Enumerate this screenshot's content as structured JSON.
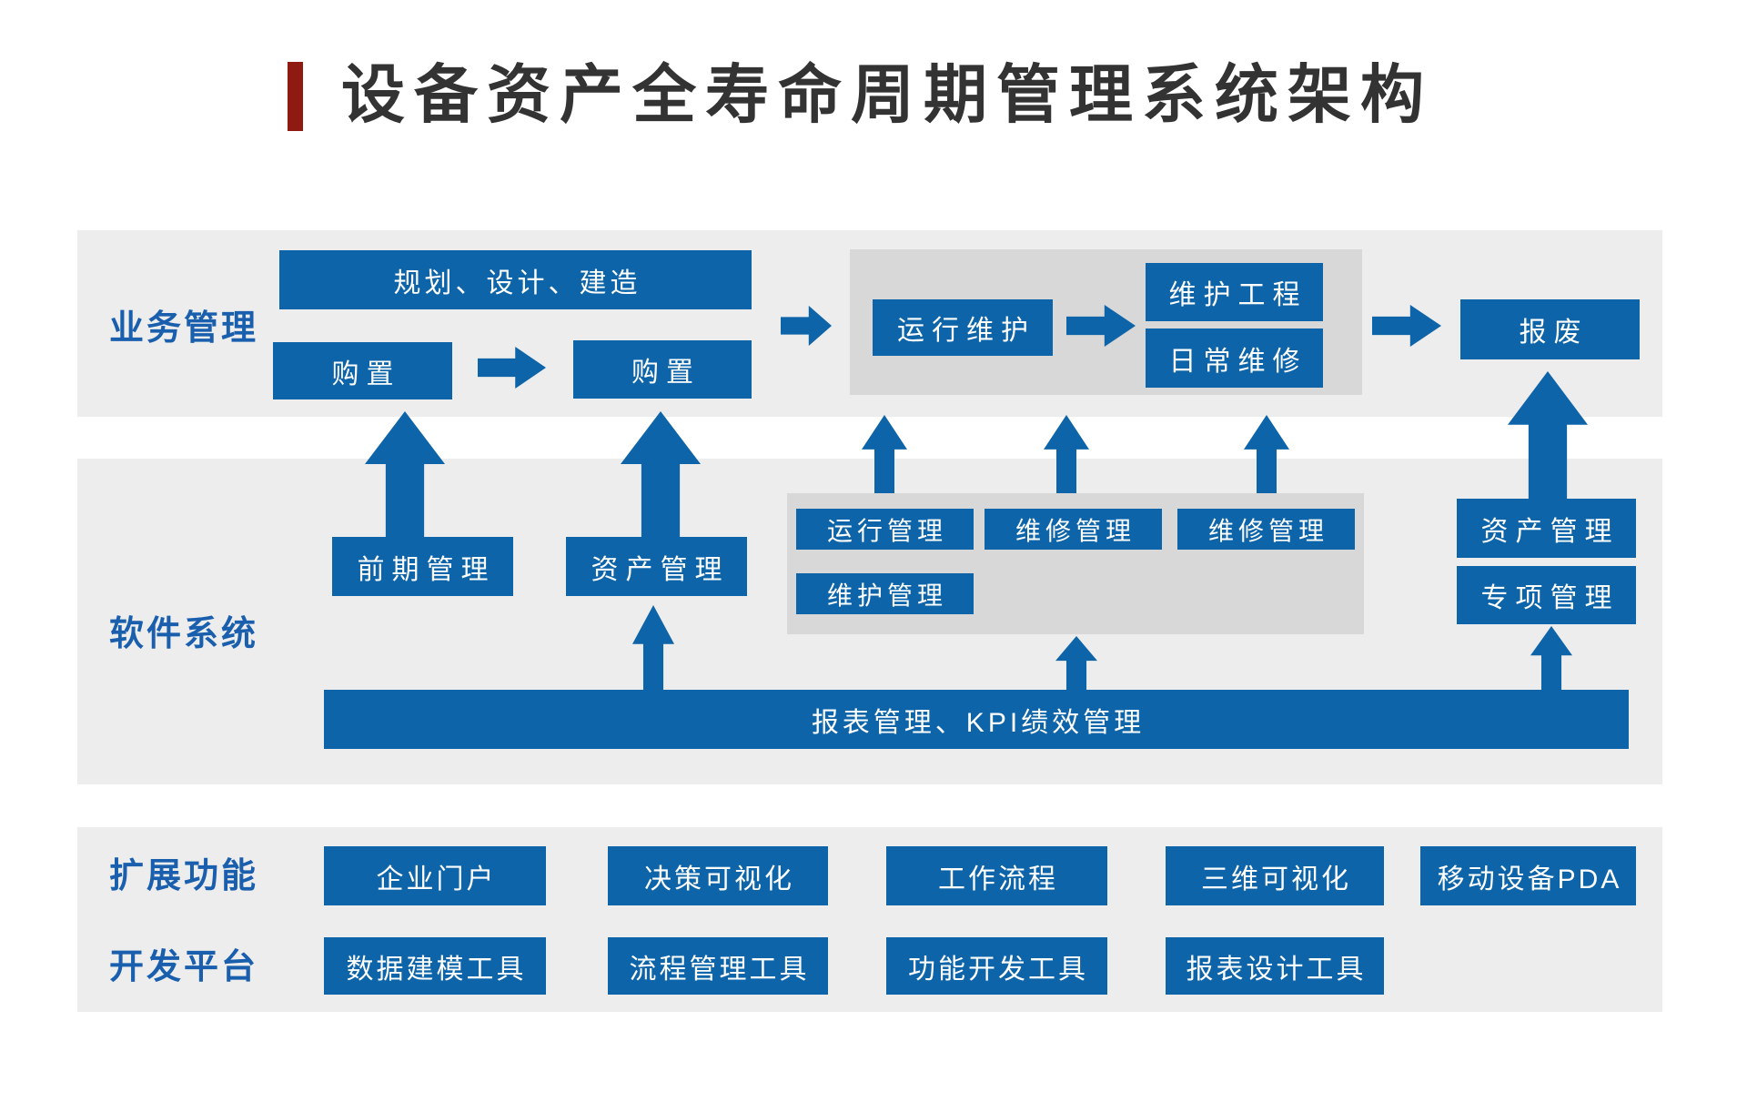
{
  "title": {
    "text": "设备资产全寿命周期管理系统架构"
  },
  "colors": {
    "box_blue": "#0D64A8",
    "label_blue": "#1A5FAE",
    "band_gray": "#EDEDED",
    "container_gray": "#D8D8D9",
    "title_accent_red": "#8E1A12",
    "title_text": "#333333"
  },
  "bands": {
    "business": {
      "label": "业务管理"
    },
    "software": {
      "label": "软件系统"
    },
    "extension": {
      "label": "扩展功能"
    },
    "platform": {
      "label": "开发平台"
    }
  },
  "business": {
    "plan_design_build": "规划、设计、建造",
    "purchase1": "购置",
    "purchase2": "购置",
    "operation_maintenance": "运行维护",
    "maintenance_engineering": "维护工程",
    "daily_repair": "日常维修",
    "scrap": "报废"
  },
  "software": {
    "early_stage_mgmt": "前期管理",
    "asset_mgmt_left": "资产管理",
    "operation_mgmt": "运行管理",
    "repair_mgmt_1": "维修管理",
    "repair_mgmt_2": "维修管理",
    "maintenance_mgmt": "维护管理",
    "asset_mgmt_right": "资产管理",
    "special_mgmt": "专项管理",
    "report_kpi_bar": "报表管理、KPI绩效管理"
  },
  "extension_row": [
    "企业门户",
    "决策可视化",
    "工作流程",
    "三维可视化",
    "移动设备PDA"
  ],
  "platform_row": [
    "数据建模工具",
    "流程管理工具",
    "功能开发工具",
    "报表设计工具"
  ]
}
